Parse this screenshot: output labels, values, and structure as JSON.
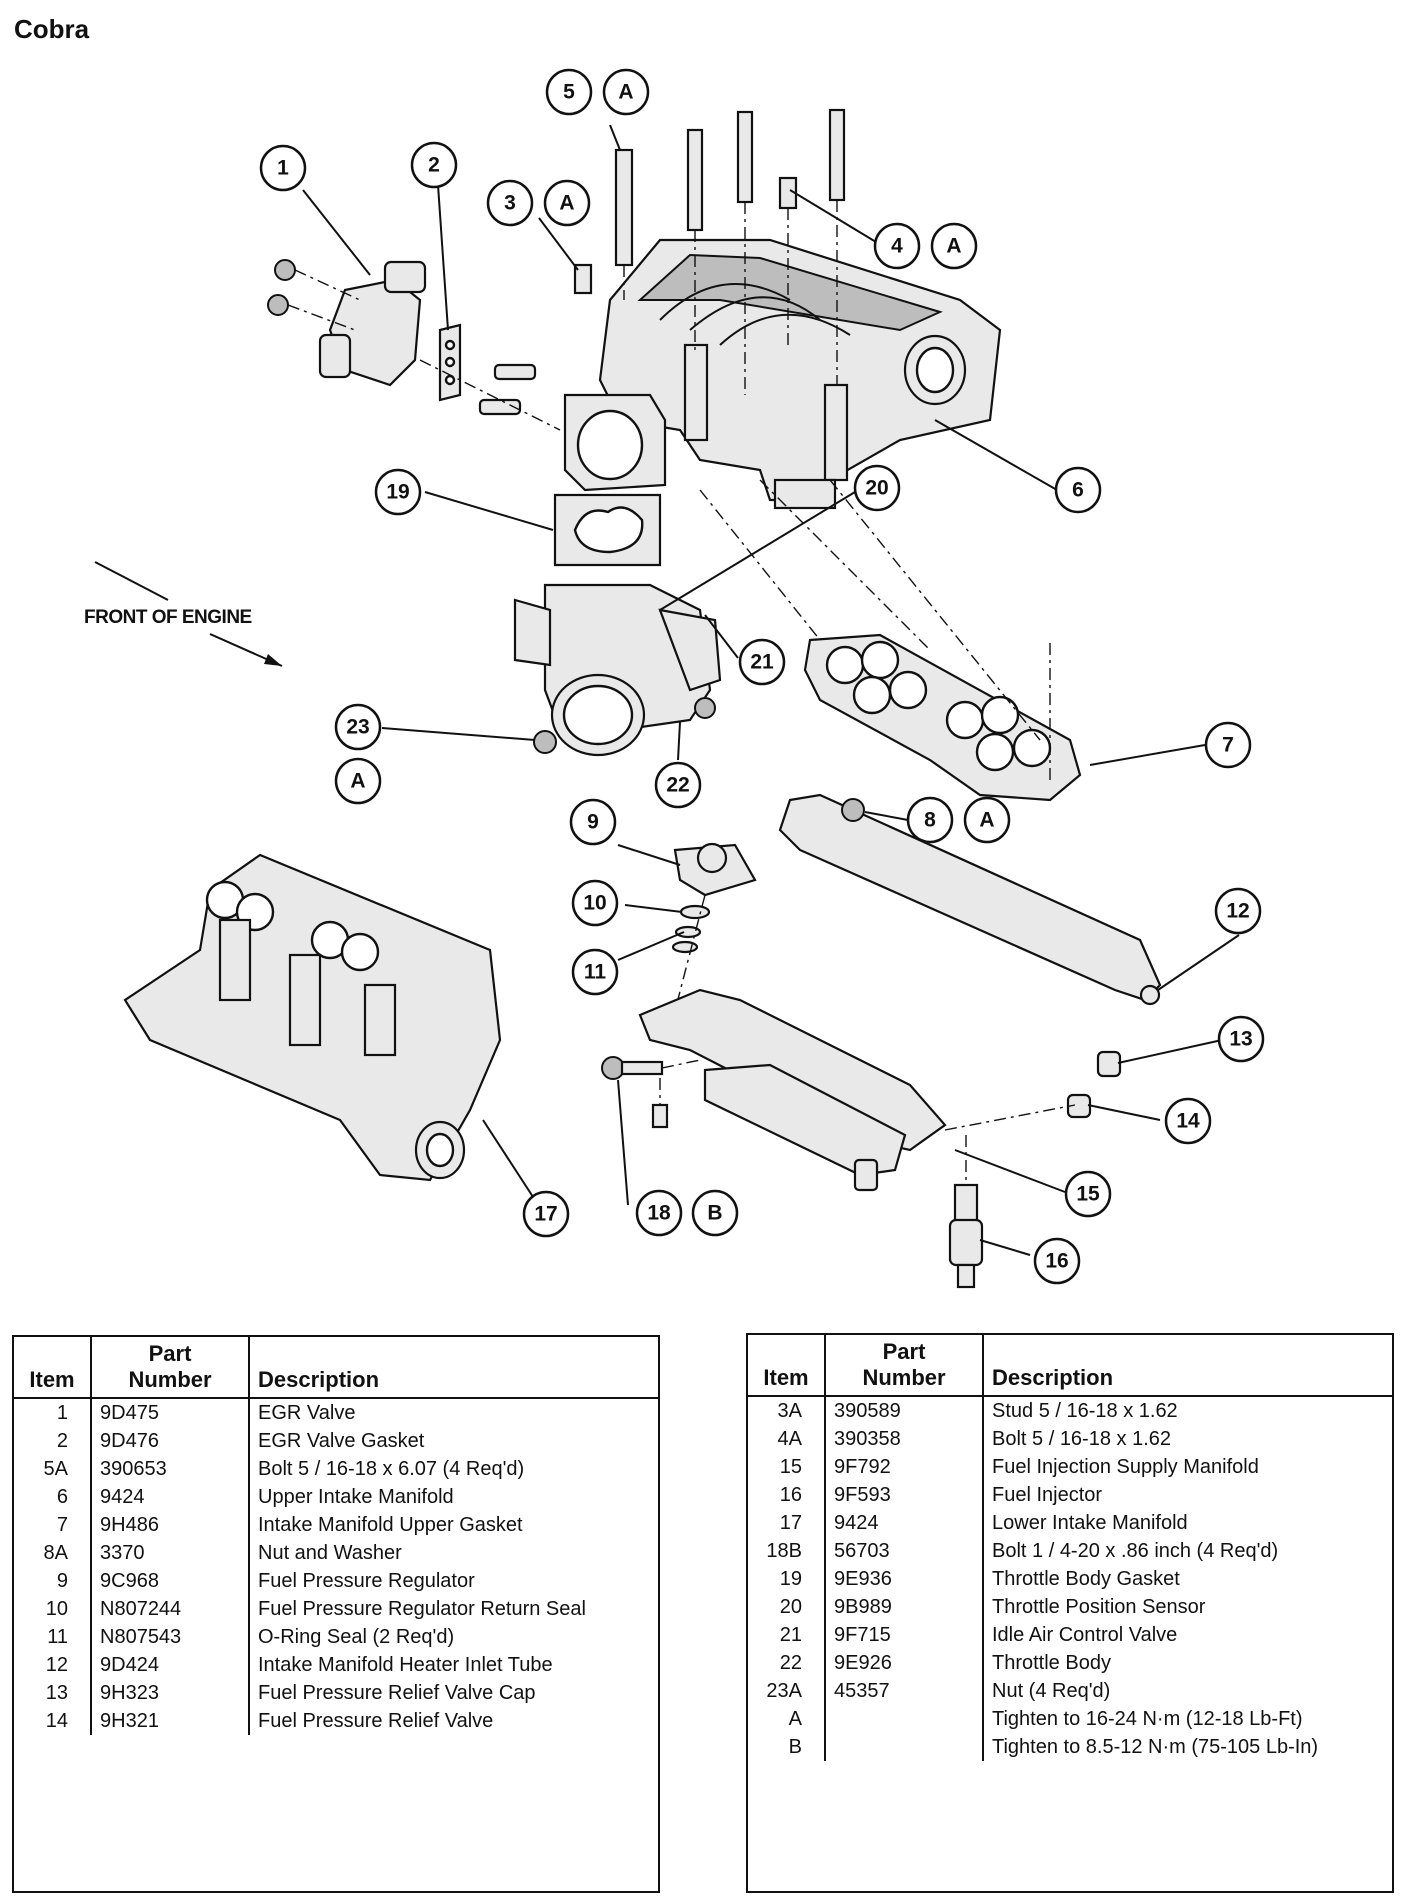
{
  "title": "Cobra",
  "front_label": "FRONT OF ENGINE",
  "callouts": [
    {
      "id": "c1",
      "label": "1"
    },
    {
      "id": "c2",
      "label": "2"
    },
    {
      "id": "c3",
      "label": "3"
    },
    {
      "id": "c3a",
      "label": "A"
    },
    {
      "id": "c4",
      "label": "4"
    },
    {
      "id": "c4a",
      "label": "A"
    },
    {
      "id": "c5",
      "label": "5"
    },
    {
      "id": "c5a",
      "label": "A"
    },
    {
      "id": "c6",
      "label": "6"
    },
    {
      "id": "c7",
      "label": "7"
    },
    {
      "id": "c8",
      "label": "8"
    },
    {
      "id": "c8a",
      "label": "A"
    },
    {
      "id": "c9",
      "label": "9"
    },
    {
      "id": "c10",
      "label": "10"
    },
    {
      "id": "c11",
      "label": "11"
    },
    {
      "id": "c12",
      "label": "12"
    },
    {
      "id": "c13",
      "label": "13"
    },
    {
      "id": "c14",
      "label": "14"
    },
    {
      "id": "c15",
      "label": "15"
    },
    {
      "id": "c16",
      "label": "16"
    },
    {
      "id": "c17",
      "label": "17"
    },
    {
      "id": "c18",
      "label": "18"
    },
    {
      "id": "c18b",
      "label": "B"
    },
    {
      "id": "c19",
      "label": "19"
    },
    {
      "id": "c20",
      "label": "20"
    },
    {
      "id": "c21",
      "label": "21"
    },
    {
      "id": "c22",
      "label": "22"
    },
    {
      "id": "c23",
      "label": "23"
    },
    {
      "id": "c23a",
      "label": "A"
    }
  ],
  "table_headers": {
    "item": "Item",
    "part_line1": "Part",
    "part_line2": "Number",
    "description": "Description"
  },
  "table_left": [
    {
      "item": "1",
      "part": "9D475",
      "desc": "EGR Valve"
    },
    {
      "item": "2",
      "part": "9D476",
      "desc": "EGR Valve Gasket"
    },
    {
      "item": "5A",
      "part": "390653",
      "desc": "Bolt 5 / 16-18 x 6.07 (4 Req'd)"
    },
    {
      "item": "6",
      "part": "9424",
      "desc": "Upper Intake Manifold"
    },
    {
      "item": "7",
      "part": "9H486",
      "desc": "Intake Manifold Upper Gasket"
    },
    {
      "item": "8A",
      "part": "3370",
      "desc": "Nut and Washer"
    },
    {
      "item": "9",
      "part": "9C968",
      "desc": "Fuel Pressure Regulator"
    },
    {
      "item": "10",
      "part": "N807244",
      "desc": "Fuel Pressure Regulator Return Seal"
    },
    {
      "item": "11",
      "part": "N807543",
      "desc": "O-Ring Seal (2 Req'd)"
    },
    {
      "item": "12",
      "part": "9D424",
      "desc": "Intake Manifold Heater Inlet Tube"
    },
    {
      "item": "13",
      "part": "9H323",
      "desc": "Fuel Pressure Relief Valve Cap"
    },
    {
      "item": "14",
      "part": "9H321",
      "desc": "Fuel Pressure Relief Valve"
    }
  ],
  "table_right": [
    {
      "item": "3A",
      "part": "390589",
      "desc": "Stud 5 / 16-18 x 1.62"
    },
    {
      "item": "4A",
      "part": "390358",
      "desc": "Bolt 5 / 16-18 x 1.62"
    },
    {
      "item": "15",
      "part": "9F792",
      "desc": "Fuel Injection Supply Manifold"
    },
    {
      "item": "16",
      "part": "9F593",
      "desc": "Fuel Injector"
    },
    {
      "item": "17",
      "part": "9424",
      "desc": "Lower Intake Manifold"
    },
    {
      "item": "18B",
      "part": "56703",
      "desc": "Bolt 1 / 4-20 x .86 inch (4 Req'd)"
    },
    {
      "item": "19",
      "part": "9E936",
      "desc": "Throttle Body Gasket"
    },
    {
      "item": "20",
      "part": "9B989",
      "desc": "Throttle Position Sensor"
    },
    {
      "item": "21",
      "part": "9F715",
      "desc": "Idle Air Control Valve"
    },
    {
      "item": "22",
      "part": "9E926",
      "desc": "Throttle Body"
    },
    {
      "item": "23A",
      "part": "45357",
      "desc": "Nut (4 Req'd)"
    },
    {
      "item": "A",
      "part": "",
      "desc": "Tighten to 16-24 N·m (12-18 Lb-Ft)"
    },
    {
      "item": "B",
      "part": "",
      "desc": "Tighten to 8.5-12 N·m (75-105 Lb-In)"
    }
  ]
}
